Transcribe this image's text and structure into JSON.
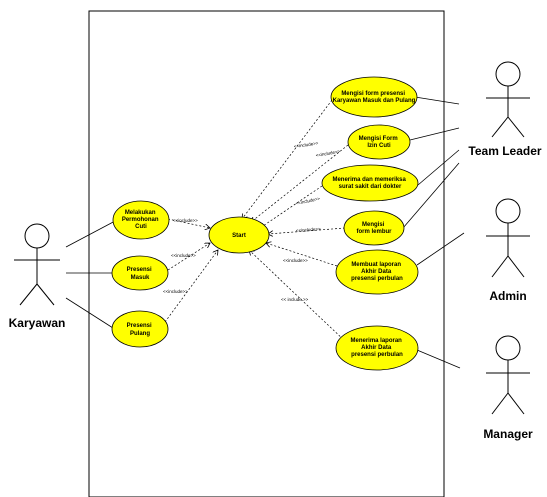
{
  "actors": [
    {
      "id": "karyawan",
      "name": "Karyawan"
    },
    {
      "id": "team_leader",
      "name": "Team Leader"
    },
    {
      "id": "admin",
      "name": "Admin"
    },
    {
      "id": "manager",
      "name": "Manager"
    }
  ],
  "use_cases": [
    {
      "id": "start",
      "lines": [
        "Start"
      ]
    },
    {
      "id": "cuti",
      "lines": [
        "Melakukan",
        "Permohonan",
        "Cuti"
      ]
    },
    {
      "id": "masuk",
      "lines": [
        "Presensi",
        "Masuk"
      ]
    },
    {
      "id": "pulang",
      "lines": [
        "Presensi",
        "Pulang"
      ]
    },
    {
      "id": "form_presensi",
      "lines": [
        "Mengisi form presensi",
        "Karyawan Masuk dan Pulang"
      ]
    },
    {
      "id": "izin_cuti",
      "lines": [
        "Mengisi Form",
        "Izin Cuti"
      ]
    },
    {
      "id": "surat_sakit",
      "lines": [
        "Menerima dan memeriksa",
        "surat sakit dari dokter"
      ]
    },
    {
      "id": "lembur",
      "lines": [
        "Mengisi",
        "form lembur"
      ]
    },
    {
      "id": "laporan",
      "lines": [
        "Membuat laporan",
        "Akhir Data",
        "presensi perbulan"
      ]
    },
    {
      "id": "terima_laporan",
      "lines": [
        "Menerima laporan",
        "Akhir Data",
        "presensi perbulan"
      ]
    }
  ],
  "include_labels": {
    "form_presensi": "<<include>>",
    "izin_cuti": "<<include>>",
    "surat_sakit": "<<include>>",
    "lembur": "<<include>>",
    "laporan": "<<include>>",
    "terima_laporan": "<< include >>",
    "cuti": "<<include>>",
    "masuk": "<<include>>",
    "pulang": "<<include>>"
  }
}
